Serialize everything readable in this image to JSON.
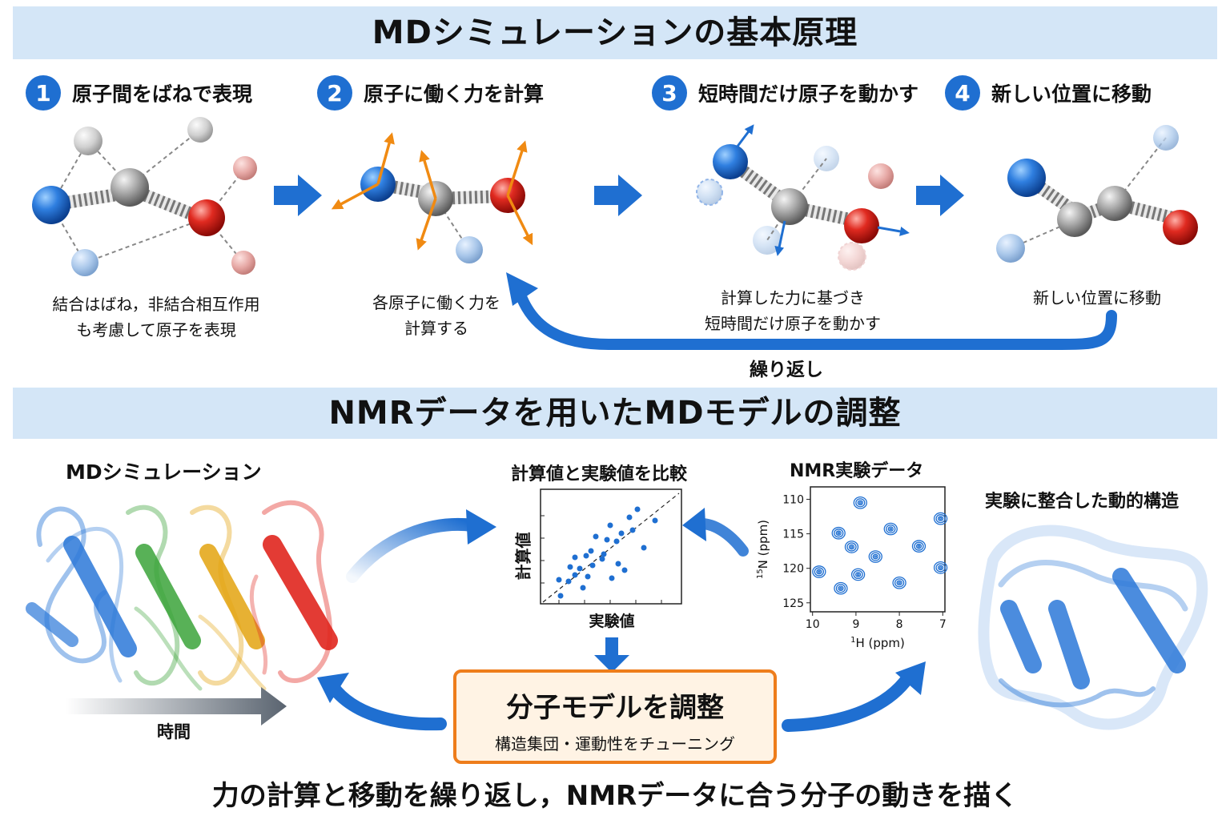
{
  "title1": "MDシミュレーションの基本原理",
  "steps": [
    {
      "num": "1",
      "label": "原子間をばねで表現",
      "caption1": "結合はばね，非結合相互作用",
      "caption2": "も考慮して原子を表現"
    },
    {
      "num": "2",
      "label": "原子に働く力を計算",
      "caption1": "各原子に働く力を",
      "caption2": "計算する"
    },
    {
      "num": "3",
      "label": "短時間だけ原子を動かす",
      "caption1": "計算した力に基づき",
      "caption2": "短時間だけ原子を動かす"
    },
    {
      "num": "4",
      "label": "新しい位置に移動",
      "caption1": "新しい位置に移動",
      "caption2": ""
    }
  ],
  "loop_label": "繰り返し",
  "title2": "NMRデータを用いたMDモデルの調整",
  "md_sim_title": "MDシミュレーション",
  "time_label": "時間",
  "compare_title": "計算値と実験値を比較",
  "scatter": {
    "xlabel": "実験値",
    "ylabel": "計算値"
  },
  "nmr_title": "NMR実験データ",
  "chart_data": {
    "type": "scatter",
    "title": "NMR実験データ",
    "xlabel": "1H (ppm)",
    "ylabel": "15N (ppm)",
    "x_ticks": [
      "10",
      "9",
      "8",
      "7"
    ],
    "y_ticks": [
      "110",
      "115",
      "120",
      "125"
    ],
    "xlim": [
      10.05,
      6.95
    ],
    "ylim": [
      108.2,
      126.3
    ],
    "points": [
      {
        "x": 8.9,
        "y": 110.5
      },
      {
        "x": 7.05,
        "y": 112.8
      },
      {
        "x": 9.4,
        "y": 114.9
      },
      {
        "x": 8.2,
        "y": 114.3
      },
      {
        "x": 7.55,
        "y": 116.8
      },
      {
        "x": 9.1,
        "y": 116.9
      },
      {
        "x": 8.55,
        "y": 118.3
      },
      {
        "x": 7.05,
        "y": 119.9
      },
      {
        "x": 9.85,
        "y": 120.5
      },
      {
        "x": 8.95,
        "y": 120.9
      },
      {
        "x": 9.35,
        "y": 122.9
      },
      {
        "x": 8.0,
        "y": 122.1
      }
    ]
  },
  "structure_title": "実験に整合した動的構造",
  "adjust_title": "分子モデルを調整",
  "adjust_sub": "構造集団・運動性をチューニング",
  "footer": "力の計算と移動を繰り返し，NMRデータに合う分子の動きを描く",
  "colors": {
    "banner": "#d4e6f7",
    "accent": "#1f6fd1",
    "orange": "#ee7d1b",
    "atom_blue": "#1c64c8",
    "atom_gray": "#8e8e8e",
    "atom_red": "#d01818"
  }
}
